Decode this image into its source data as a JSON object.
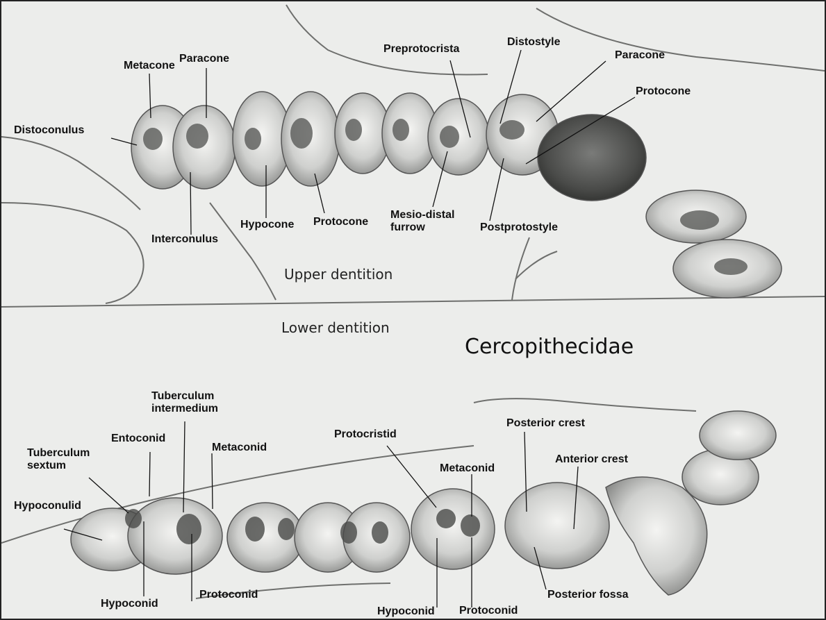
{
  "sections": {
    "upper": "Upper dentition",
    "lower": "Lower dentition"
  },
  "family": "Cercopithecidae",
  "upper_labels": {
    "metacone": "Metacone",
    "paracone_left": "Paracone",
    "distoconulus": "Distoconulus",
    "interconulus": "Interconulus",
    "hypocone": "Hypocone",
    "protocone_left": "Protocone",
    "preprotocrista": "Preprotocrista",
    "distostyle": "Distostyle",
    "paracone_right": "Paracone",
    "protocone_right": "Protocone",
    "mesio_distal_furrow": [
      "Mesio-distal",
      "furrow"
    ],
    "postprotostyle": "Postprotostyle"
  },
  "lower_labels": {
    "tuberculum_intermedium": [
      "Tuberculum",
      "intermedium"
    ],
    "entoconid": "Entoconid",
    "metaconid_left": "Metaconid",
    "tuberculum_sextum": [
      "Tuberculum",
      "sextum"
    ],
    "hypoconulid": "Hypoconulid",
    "hypoconid_left": "Hypoconid",
    "protoconid_left": "Protoconid",
    "protocristid": "Protocristid",
    "metaconid_right": "Metaconid",
    "posterior_crest": "Posterior crest",
    "anterior_crest": "Anterior crest",
    "hypoconid_right": "Hypoconid",
    "protoconid_right": "Protoconid",
    "posterior_fossa": "Posterior fossa"
  }
}
